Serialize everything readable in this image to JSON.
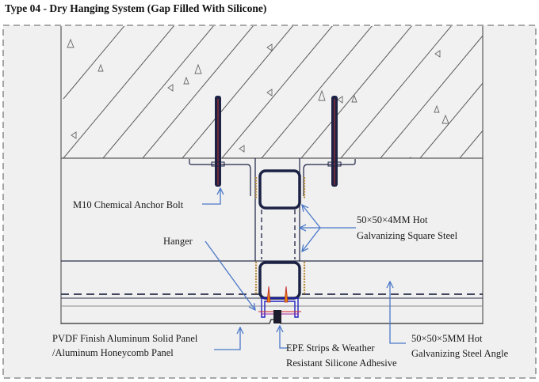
{
  "title": "Type 04 - Dry Hanging System (Gap Filled With Silicone)",
  "colors": {
    "background": "#f0f0f0",
    "frame_dash": "#7a7a7a",
    "concrete_lines": "#5a5a5a",
    "steel": "#1c2244",
    "leader_arrow": "#4a78c8",
    "weld": "#b8893a",
    "hanger": "#2020c0",
    "bolt_core": "#b02020"
  },
  "labels": {
    "anchor_bolt": "M10 Chemical Anchor Bolt",
    "hanger": "Hanger",
    "square_steel_line1": "50×50×4MM Hot",
    "square_steel_line2": "Galvanizing Square Steel",
    "panel_line1": "PVDF Finish Aluminum Solid Panel",
    "panel_line2": "/Aluminum Honeycomb Panel",
    "epe_line1": "EPE Strips & Weather",
    "epe_line2": "Resistant Silicone Adhesive",
    "angle_line1": "50×50×5MM Hot",
    "angle_line2": "Galvanizing Steel Angle"
  }
}
